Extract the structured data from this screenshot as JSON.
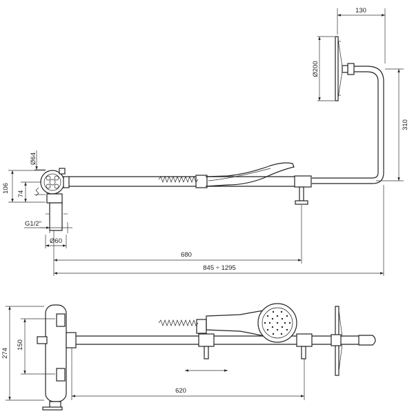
{
  "dimensions": {
    "head_depth": "130",
    "head_diameter": "Ø200",
    "head_drop": "310",
    "mixer_handle_diameter": "Ø64",
    "mixer_height_outer": "106",
    "mixer_height_inner": "74",
    "inlet_thread": "G1/2\"",
    "inlet_diameter": "Ø60",
    "bracket_distance": "680",
    "overall_length": "845 ÷ 1295",
    "mixer_height_front": "274",
    "inlet_spacing": "150",
    "slide_length": "620"
  }
}
